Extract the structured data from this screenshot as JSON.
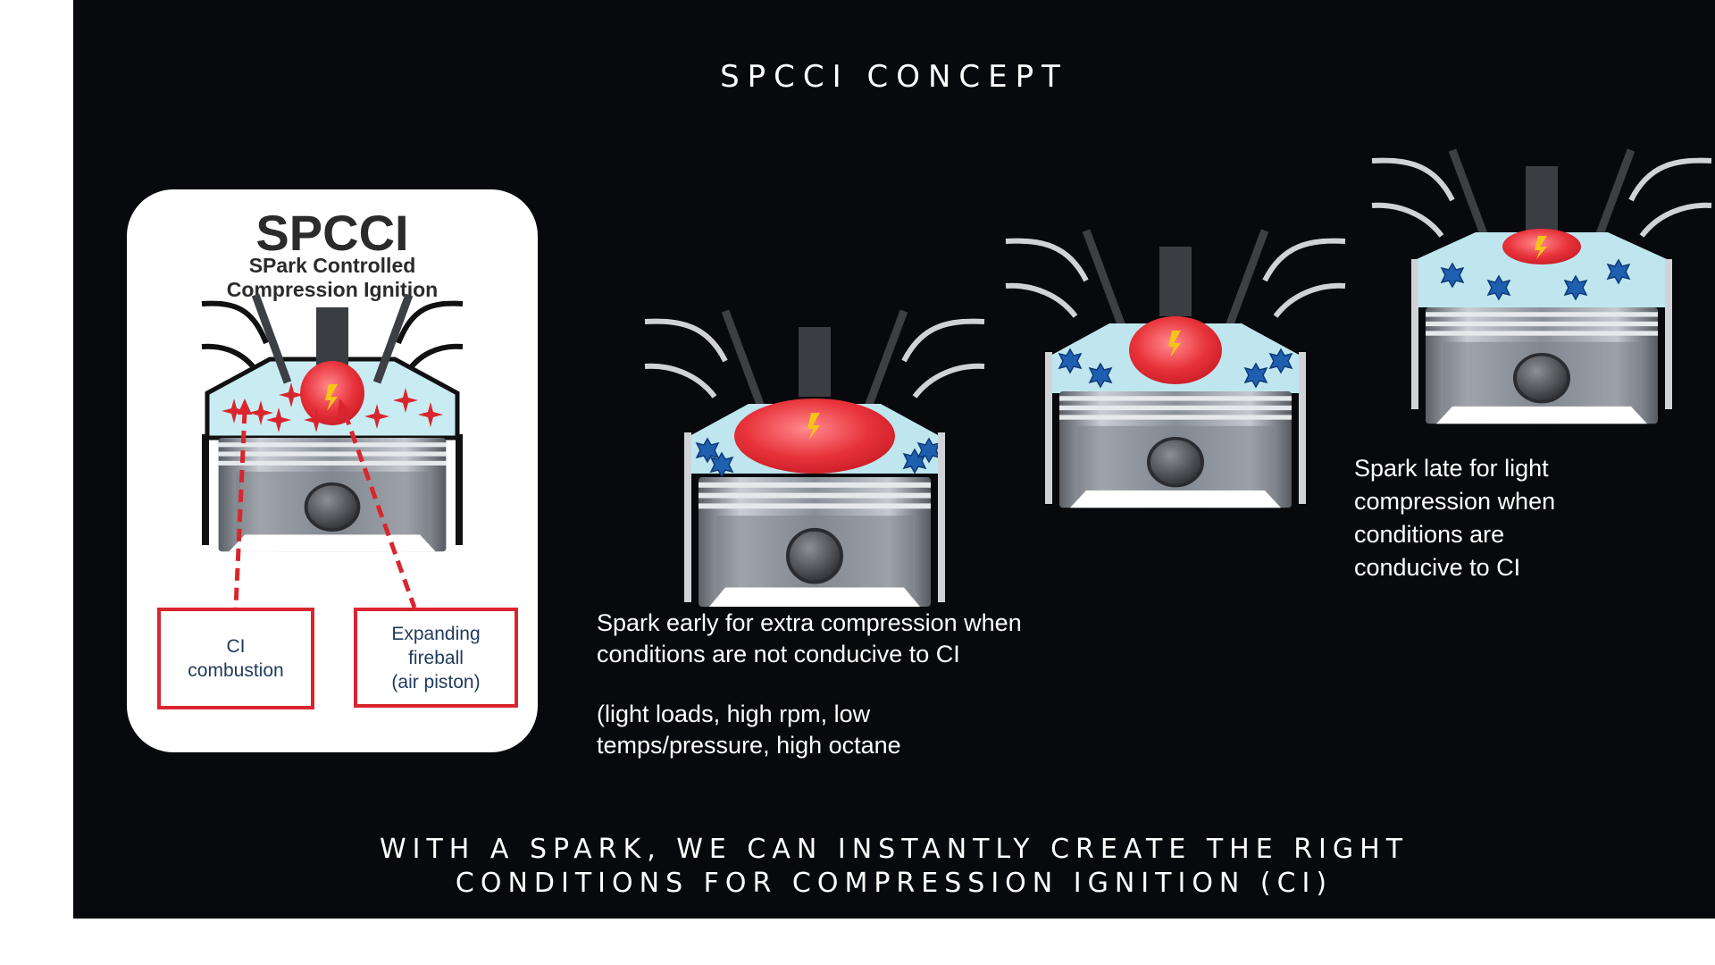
{
  "header": {
    "title": "SPCCI CONCEPT"
  },
  "card": {
    "title": "SPCCI",
    "subtitle_line1": "SPark Controlled",
    "subtitle_line2": "Compression Ignition",
    "label_ci": {
      "line1": "CI",
      "line2": "combustion"
    },
    "label_fireball": {
      "line1": "Expanding",
      "line2": "fireball",
      "line3": "(air piston)"
    }
  },
  "captions": {
    "early": {
      "line1": "Spark early for extra compression when",
      "line2": "conditions are not conducive to CI"
    },
    "note": {
      "line1": "(light loads, high rpm, low",
      "line2": "temps/pressure, high octane"
    },
    "late": {
      "line1": "Spark late for light",
      "line2": "compression when",
      "line3": "conditions are",
      "line4": "conducive to CI"
    }
  },
  "footer": {
    "line1": "WITH A SPARK, WE CAN INSTANTLY CREATE THE RIGHT",
    "line2": "CONDITIONS FOR COMPRESSION IGNITION (CI)"
  },
  "colors": {
    "background": "#07090c",
    "chamber": "#bfe6ee",
    "fireball": "#e8323a",
    "accent_red": "#d9262e",
    "fuel_star": "#1f5fb0",
    "label_text": "#1f3a5c"
  }
}
